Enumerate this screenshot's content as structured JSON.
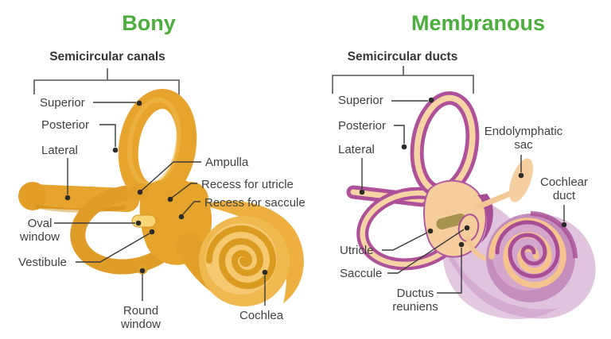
{
  "left": {
    "title": "Bony",
    "group_label": "Semicircular canals",
    "labels": {
      "superior": "Superior",
      "posterior": "Posterior",
      "lateral": "Lateral",
      "ampulla": "Ampulla",
      "recess_utricle": "Recess for utricle",
      "recess_saccule": "Recess for saccule",
      "oval_window": "Oval window",
      "vestibule": "Vestibule",
      "round_window": "Round window",
      "cochlea": "Cochlea"
    }
  },
  "right": {
    "title": "Membranous",
    "group_label": "Semicircular ducts",
    "labels": {
      "superior": "Superior",
      "posterior": "Posterior",
      "lateral": "Lateral",
      "endolymphatic_sac": "Endolymphatic sac",
      "cochlear_duct": "Cochlear duct",
      "utricle": "Utricle",
      "saccule": "Saccule",
      "ductus_reuniens": "Ductus reuniens"
    }
  },
  "colors": {
    "title_green": "#4CAE3C",
    "label_text": "#3E4043",
    "leader_line": "#3A3A39",
    "bony_gold": "#E7A42C",
    "bony_gold_dark": "#D28E18",
    "bony_gold_light": "#F3C467",
    "membranous_magenta": "#AF519A",
    "membranous_magenta_dark": "#A84C94",
    "membranous_peach": "#F6CE9D",
    "membranous_wash": "#C794C2",
    "olive_accent": "#A6934E",
    "background": "#FFFFFF"
  }
}
